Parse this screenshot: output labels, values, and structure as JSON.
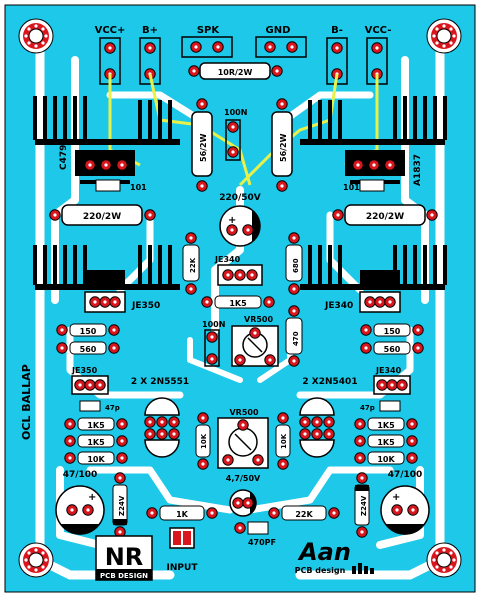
{
  "colors": {
    "board": "#1ec8e8",
    "trace": "#ffffff",
    "pad": "#d9161d",
    "silk": "#000000",
    "jumper": "#e8f04a"
  },
  "terminals": [
    "VCC+",
    "B+",
    "SPK",
    "GND",
    "B-",
    "VCC-"
  ],
  "components": {
    "r_top": "10R/2W",
    "c_100n_top": "100N",
    "r_56_left": "56/2W",
    "r_56_right": "56/2W",
    "q_left_power": "C4793",
    "q_right_power": "A1837",
    "c_101_left": "101",
    "c_101_right": "101",
    "r_220_left": "220/2W",
    "r_220_right": "220/2W",
    "cap_220": "220/50V",
    "r_22k": "22K",
    "r_680": "680",
    "je340_center": "JE340",
    "r_1k5_center": "1K5",
    "je350_left": "JE350",
    "je340_right": "JE340",
    "vr_upper": "VR500",
    "c_100n_mid": "100N",
    "r_470": "470",
    "r_150_left": "150",
    "r_560_left": "560",
    "r_150_right": "150",
    "r_560_right": "560",
    "je350_small": "JE350",
    "je340_small": "JE340",
    "q_pair_left": "2 X 2N5551",
    "q_pair_right": "2 X2N5401",
    "c_47p_left": "47p",
    "c_47p_right": "47p",
    "r_1k5_l1": "1K5",
    "r_1k5_l2": "1K5",
    "r_10k_l": "10K",
    "r_1k5_r1": "1K5",
    "r_1k5_r2": "1K5",
    "r_10k_r": "10K",
    "vr_lower": "VR500",
    "r_10k_mid_left": "10K",
    "r_10k_mid_right": "10K",
    "cap_4_7": "4,7/50V",
    "cap_47_left": "47/100",
    "cap_47_right": "47/100",
    "z_left": "Z24V",
    "z_right": "Z24V",
    "r_1k_input": "1K",
    "r_22k_bottom": "22K",
    "c_470pf": "470PF",
    "input": "INPUT"
  },
  "side_label": "OCL BALLAP",
  "logo_left": {
    "mark": "NR",
    "sub": "PCB DESIGN"
  },
  "logo_right": {
    "mark": "Aan",
    "sub": "PCB design"
  }
}
